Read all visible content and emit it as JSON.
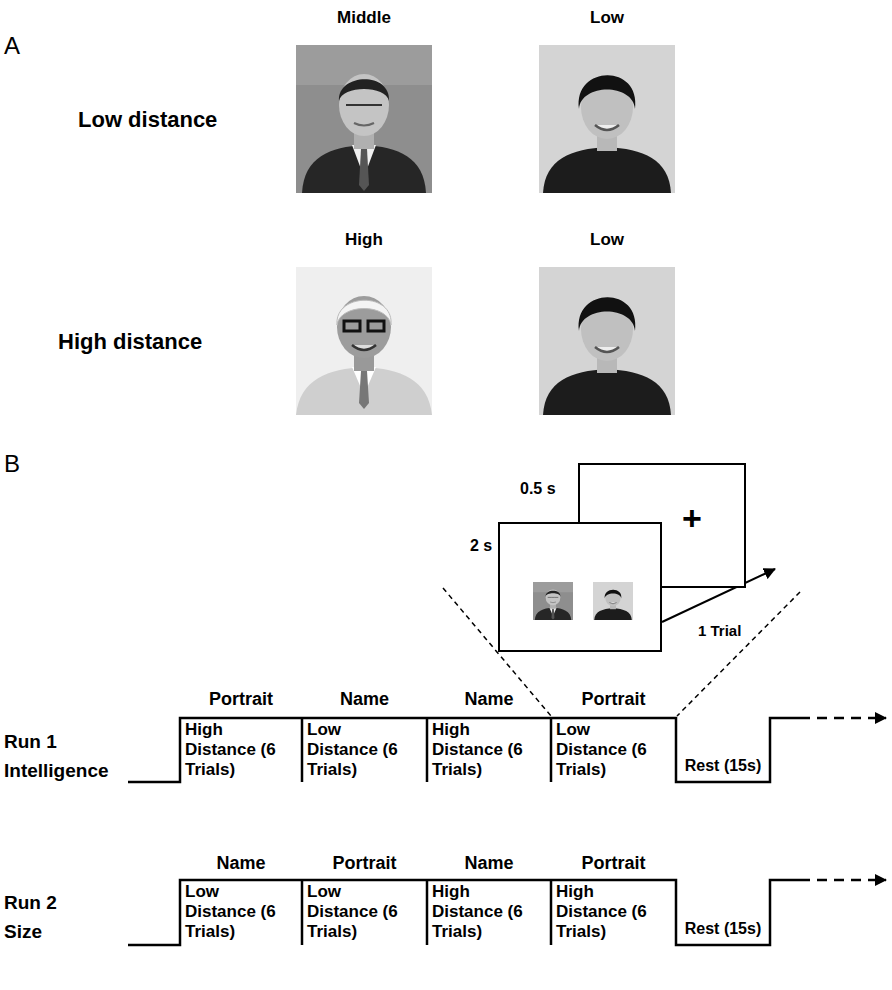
{
  "diagram": {
    "nodes": [
      {
        "text": [
          "0.5 s",
          "+"
        ]
      },
      {
        "text": [
          "2 s"
        ]
      },
      {
        "text": [
          "Portrait",
          "High Distance (6 Trials)"
        ]
      },
      {
        "text": [
          "Name",
          "Low Distance (6 Trials)"
        ]
      },
      {
        "text": [
          "Name",
          "High Distance (6 Trials)"
        ]
      },
      {
        "text": [
          "Portrait",
          "Low Distance (6 Trials)"
        ]
      },
      {
        "text": [
          "Rest (15s)"
        ]
      },
      {
        "text": [
          "Name",
          "Low Distance (6 Trials)"
        ]
      },
      {
        "text": [
          "Portrait",
          "Low Distance (6 Trials)"
        ]
      },
      {
        "text": [
          "Name",
          "High Distance (6 Trials)"
        ]
      },
      {
        "text": [
          "Portrait",
          "High Distance (6 Trials)"
        ]
      },
      {
        "text": [
          "Rest (15s)"
        ]
      }
    ],
    "labels": [
      "A",
      "Middle",
      "Low",
      "Low distance",
      "High",
      "Low",
      "High distance",
      "B",
      "1 Trial",
      "Run 1 Intelligence",
      "Run 2 Size"
    ]
  }
}
